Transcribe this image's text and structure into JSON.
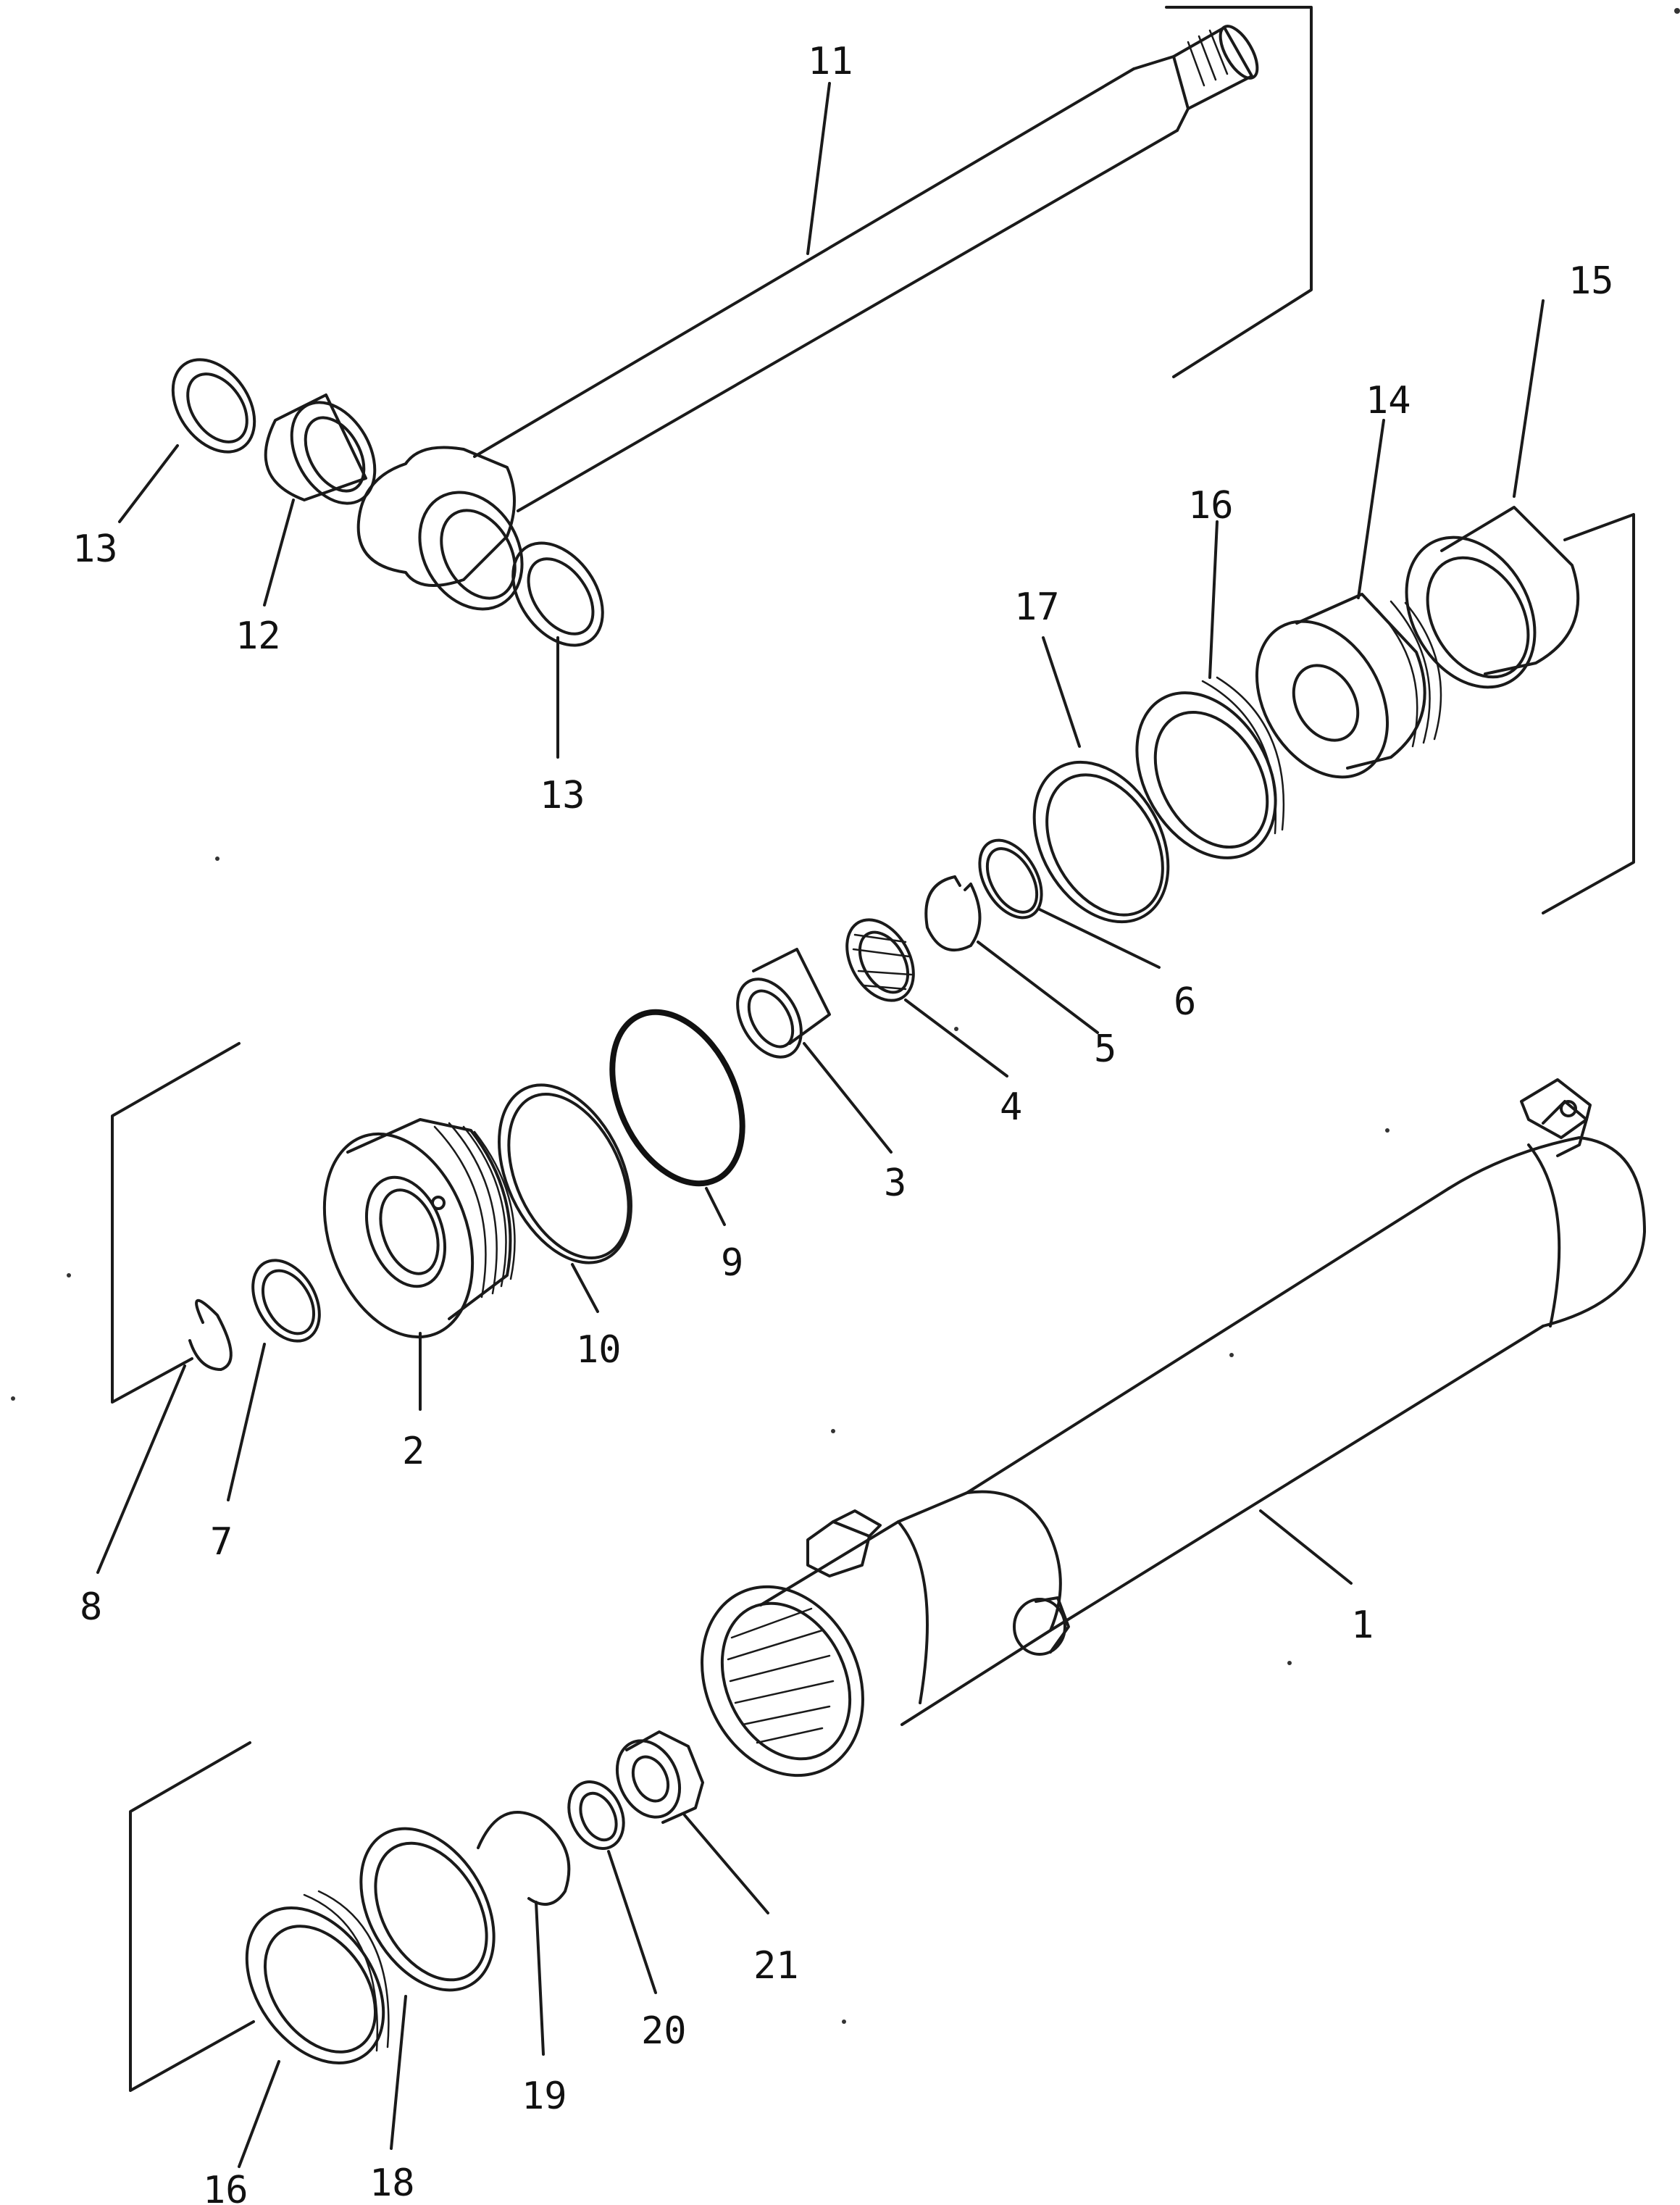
{
  "diagram": {
    "callouts": [
      "1",
      "2",
      "3",
      "4",
      "5",
      "6",
      "7",
      "8",
      "9",
      "10",
      "11",
      "12",
      "13",
      "13",
      "14",
      "15",
      "16",
      "17",
      "16",
      "18",
      "19",
      "20",
      "21"
    ]
  }
}
